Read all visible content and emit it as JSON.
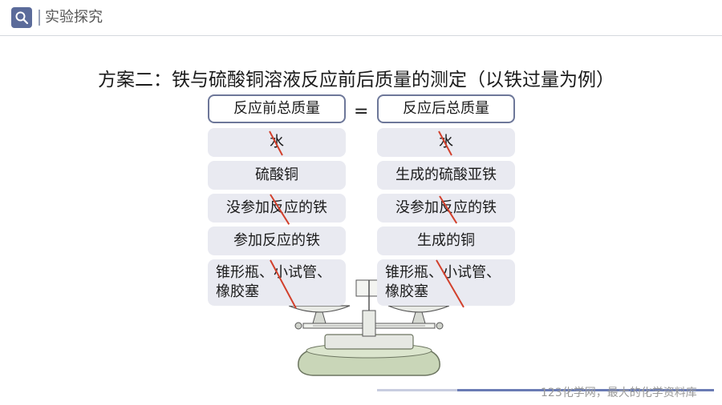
{
  "header": {
    "title": "实验探究",
    "search_icon": "search-icon",
    "accent_color": "#5b6b9a"
  },
  "main_title": "方案二：铁与硫酸铜溶液反应前后质量的测定（以铁过量为例）",
  "equals": "=",
  "left_column": {
    "heading": "反应前总质量",
    "items": [
      "水",
      "硫酸铜",
      "没参加反应的铁",
      "参加反应的铁",
      "锥形瓶、小试管、橡胶塞"
    ]
  },
  "right_column": {
    "heading": "反应后总质量",
    "items": [
      "水",
      "生成的硫酸亚铁",
      "没参加反应的铁",
      "生成的铜",
      "锥形瓶、小试管、橡胶塞"
    ]
  },
  "illustration": "balance-scale",
  "strike_color": "#d2402c",
  "watermark": "123化学网，最大的化学资料库"
}
